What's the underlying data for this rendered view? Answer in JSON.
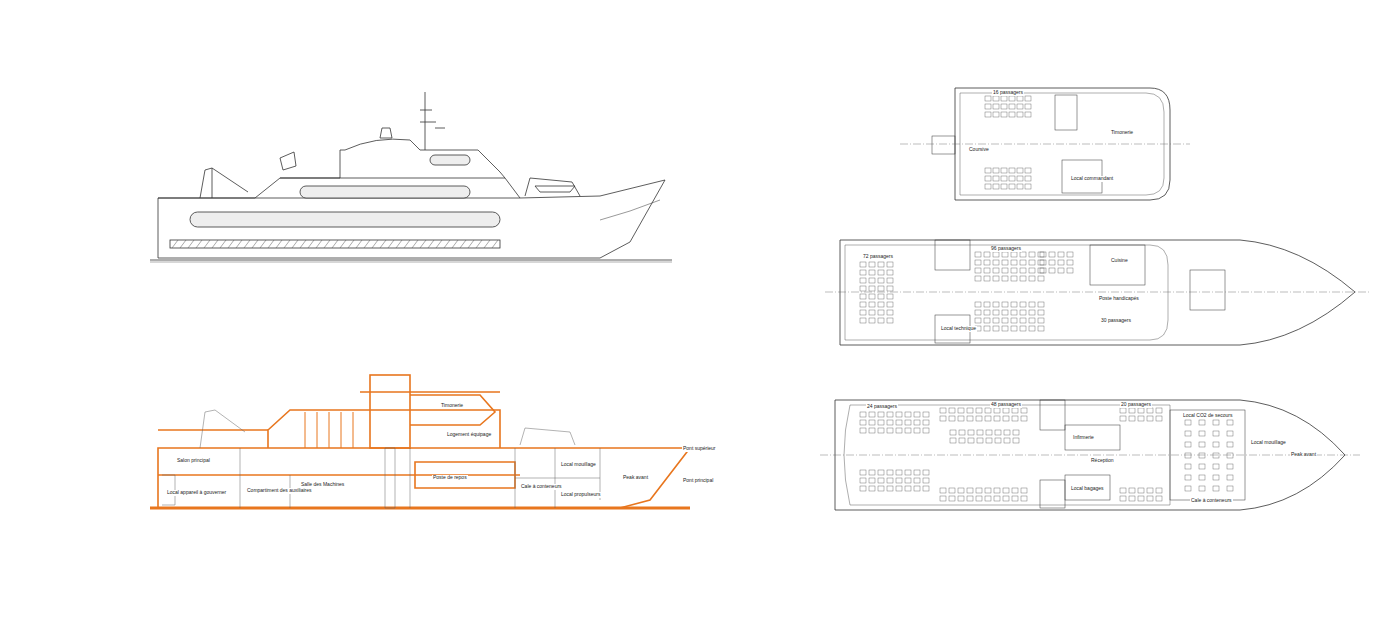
{
  "diagram": {
    "labels": [
      "Salon principal",
      "Local appareil à gouverner",
      "Compartiment des auxiliaires",
      "Salle des Machines",
      "Poste de repos",
      "Logement équipage",
      "Timonerie",
      "Local mouillage",
      "Local propulseurs",
      "Cale à conteneurs",
      "Peak avant",
      "Pont supérieur",
      "Pont principal",
      "16 passagers",
      "Timonerie",
      "Coursive",
      "Local commandant",
      "72 passagers",
      "96 passagers",
      "Local technique",
      "Poste handicapés",
      "30 passagers",
      "Cuisine",
      "24 passagers",
      "48 passagers",
      "20 passagers",
      "Infirmerie",
      "Réception",
      "Local bagages",
      "Local CO2 de secours",
      "Local mouillage",
      "Peak avant",
      "Cale à conteneurs"
    ]
  }
}
